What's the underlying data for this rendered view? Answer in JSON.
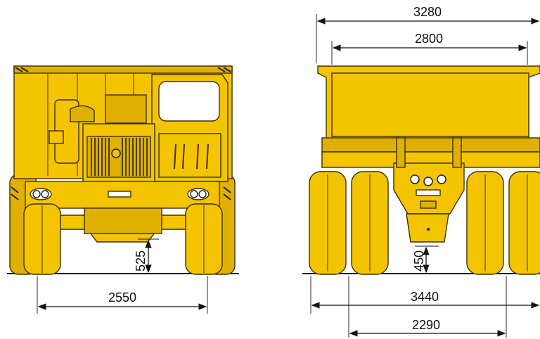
{
  "colors": {
    "body": "#f5c400",
    "body_shade": "#e0b000",
    "outline": "#3a3000",
    "window": "#ffffff",
    "ink": "#111111"
  },
  "front_view": {
    "track_width": "2550",
    "ground_clearance": "525"
  },
  "rear_view": {
    "overall_width": "3280",
    "body_width": "2800",
    "wheel_outer_width": "3440",
    "track_width": "2290",
    "ground_clearance": "450"
  }
}
